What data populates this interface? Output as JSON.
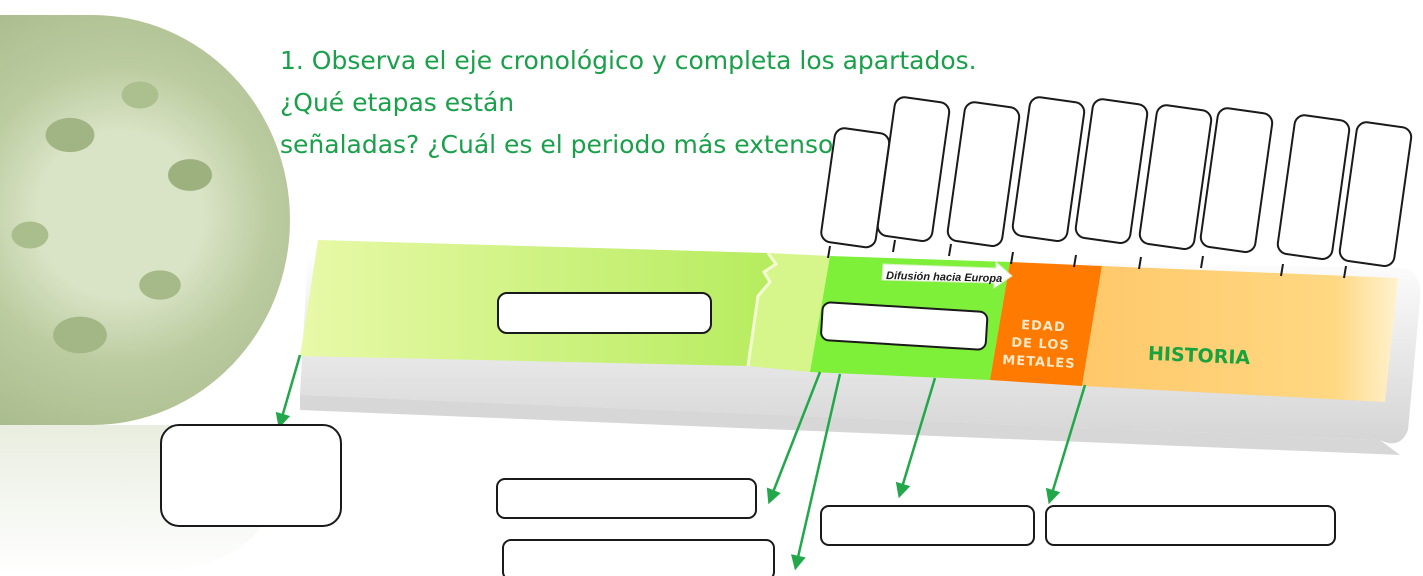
{
  "instruction": {
    "line1": "1. Observa el eje cronológico y completa los apartados. ¿Qué etapas están",
    "line2": "señaladas? ¿Cuál es el periodo más extenso?"
  },
  "timeline": {
    "diffusion_label": "Difusión hacia Europa",
    "metals_label_1": "EDAD",
    "metals_label_2": "DE LOS",
    "metals_label_3": "METALES",
    "history_label": "HISTORIA"
  },
  "colors": {
    "title_green": "#1aa04a",
    "arrow_green": "#22a84a",
    "metals_orange": "#ff7a00",
    "history_yellow": "#ffd36a",
    "neolithic_green": "#7ef03a",
    "paleolithic_green": "#c8f07a"
  }
}
